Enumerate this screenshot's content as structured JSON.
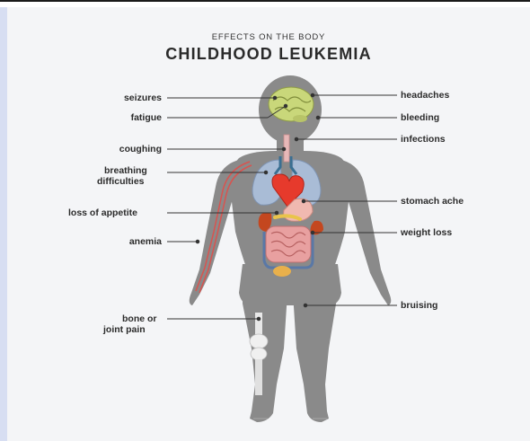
{
  "title": {
    "subtitle": "EFFECTS ON THE BODY",
    "main": "CHILDHOOD LEUKEMIA"
  },
  "labels_left": {
    "seizures": "seizures",
    "fatigue": "fatigue",
    "coughing": "coughing",
    "breathing_1": "breathing",
    "breathing_2": "difficulties",
    "appetite": "loss of appetite",
    "anemia": "anemia",
    "bone_1": "bone or",
    "bone_2": "joint pain"
  },
  "labels_right": {
    "headaches": "headaches",
    "bleeding": "bleeding",
    "infections": "infections",
    "stomach": "stomach ache",
    "weight": "weight loss",
    "bruising": "bruising"
  },
  "colors": {
    "body": "#8a8a8a",
    "brain": "#c9d77a",
    "lungs": "#a9bcd6",
    "heart": "#e63a2c",
    "intestine": "#e8a0a0",
    "kidney": "#c4471f",
    "bone": "#e8e8e8",
    "vessel": "#d9534f"
  },
  "icons": [
    "brain-icon",
    "lungs-icon",
    "heart-icon",
    "stomach-icon",
    "intestines-icon",
    "kidney-icon",
    "knee-bone-icon",
    "arm-vessel-icon"
  ]
}
